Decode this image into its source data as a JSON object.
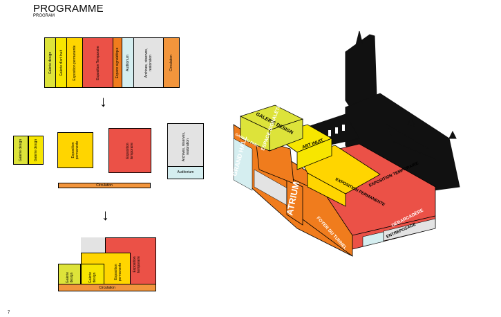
{
  "header": {
    "title": "PROGRAMME",
    "subtitle": "PROGRAM"
  },
  "page_number": "7",
  "bar": {
    "items": [
      {
        "label": "Galerie design",
        "color": "#dde33a"
      },
      {
        "label": "Galerie d'art Inuit",
        "color": "#f7e600"
      },
      {
        "label": "Exposition permanente",
        "color": "#ffd500"
      },
      {
        "label": "Exposition Temporaire",
        "color": "#eb5147"
      },
      {
        "label": "Espace signalétique",
        "color": "#f07c1d"
      },
      {
        "label": "Auditorium",
        "color": "#d5eef0"
      },
      {
        "label": "Archives, réserves, restoration",
        "color": "#e3e3e3"
      },
      {
        "label": "Circulation",
        "color": "#f2953c"
      }
    ]
  },
  "groups": {
    "design_a": "Galerie design",
    "design_b": "Galerie design",
    "perm": "Exposition permanente",
    "temp": "Exposition temporaire",
    "archives": "Archives, réserves, restoration",
    "auditorium": "Auditorium",
    "circulation": "Circulation"
  },
  "stack": {
    "design_a": "Galerie design",
    "design_b": "Galerie design",
    "perm": "Exposition permanente",
    "temp": "Exposition temporaire",
    "circulation": "Circulation"
  },
  "axo": {
    "galerie_design": "GALERIE DESIGN",
    "art_inuit": "ART INUIT",
    "espace_signaletique": "ESPACE SIGNALÉTIQUE",
    "expo_permanente": "EXPOSITION PERMANENTE",
    "expo_temporaire": "EXPOSITION TEMPORAIRE",
    "atrium": "ATRIUM",
    "debarcadere": "DÉBARCADÈRE",
    "foyer": "FOYER DU TUNNEL",
    "entreposage": "ENTREPOSAGE",
    "grand_hall": "GRAND HALL",
    "gare": "GARE DU PARC"
  },
  "colors": {
    "lime": "#dde33a",
    "yellow": "#ffd500",
    "yellow2": "#f7e600",
    "red": "#eb5147",
    "orange": "#f07c1d",
    "grey": "#e3e3e3",
    "cyan": "#d5eef0",
    "black": "#111111"
  }
}
